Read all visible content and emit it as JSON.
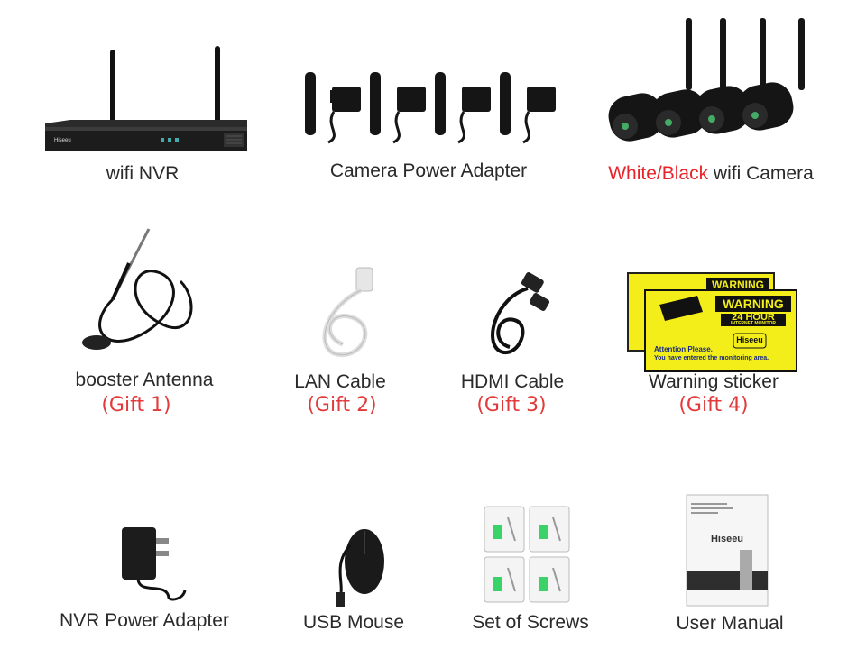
{
  "items": [
    {
      "id": "nvr",
      "label": "wifi NVR"
    },
    {
      "id": "adapter",
      "label": "Camera Power Adapter"
    },
    {
      "id": "camera",
      "label_highlight": "White/Black",
      "label_rest": " wifi Camera"
    },
    {
      "id": "antenna",
      "label": "booster Antenna",
      "gift": "(Gift 1)"
    },
    {
      "id": "lan",
      "label": "LAN Cable",
      "gift": "(Gift 2)"
    },
    {
      "id": "hdmi",
      "label": "HDMI Cable",
      "gift": "(Gift 3)"
    },
    {
      "id": "sticker",
      "label": "Warning sticker",
      "gift": "(Gift 4)"
    },
    {
      "id": "nvr_adapter",
      "label": "NVR Power Adapter"
    },
    {
      "id": "mouse",
      "label": "USB Mouse"
    },
    {
      "id": "screws",
      "label": "Set of Screws"
    },
    {
      "id": "manual",
      "label": "User Manual"
    }
  ],
  "sticker": {
    "warning": "WARNING",
    "hour": "24 HOUR",
    "monitor": "INTERNET MONITOR",
    "brand": "Hiseeu",
    "attention": "Attention Please.",
    "entered": "You have entered the monitoring area."
  },
  "manual": {
    "brand": "Hiseeu"
  },
  "colors": {
    "accent_red": "#e8242a",
    "sticker_yellow": "#f3ee1a",
    "device_black": "#1c1c1c"
  }
}
